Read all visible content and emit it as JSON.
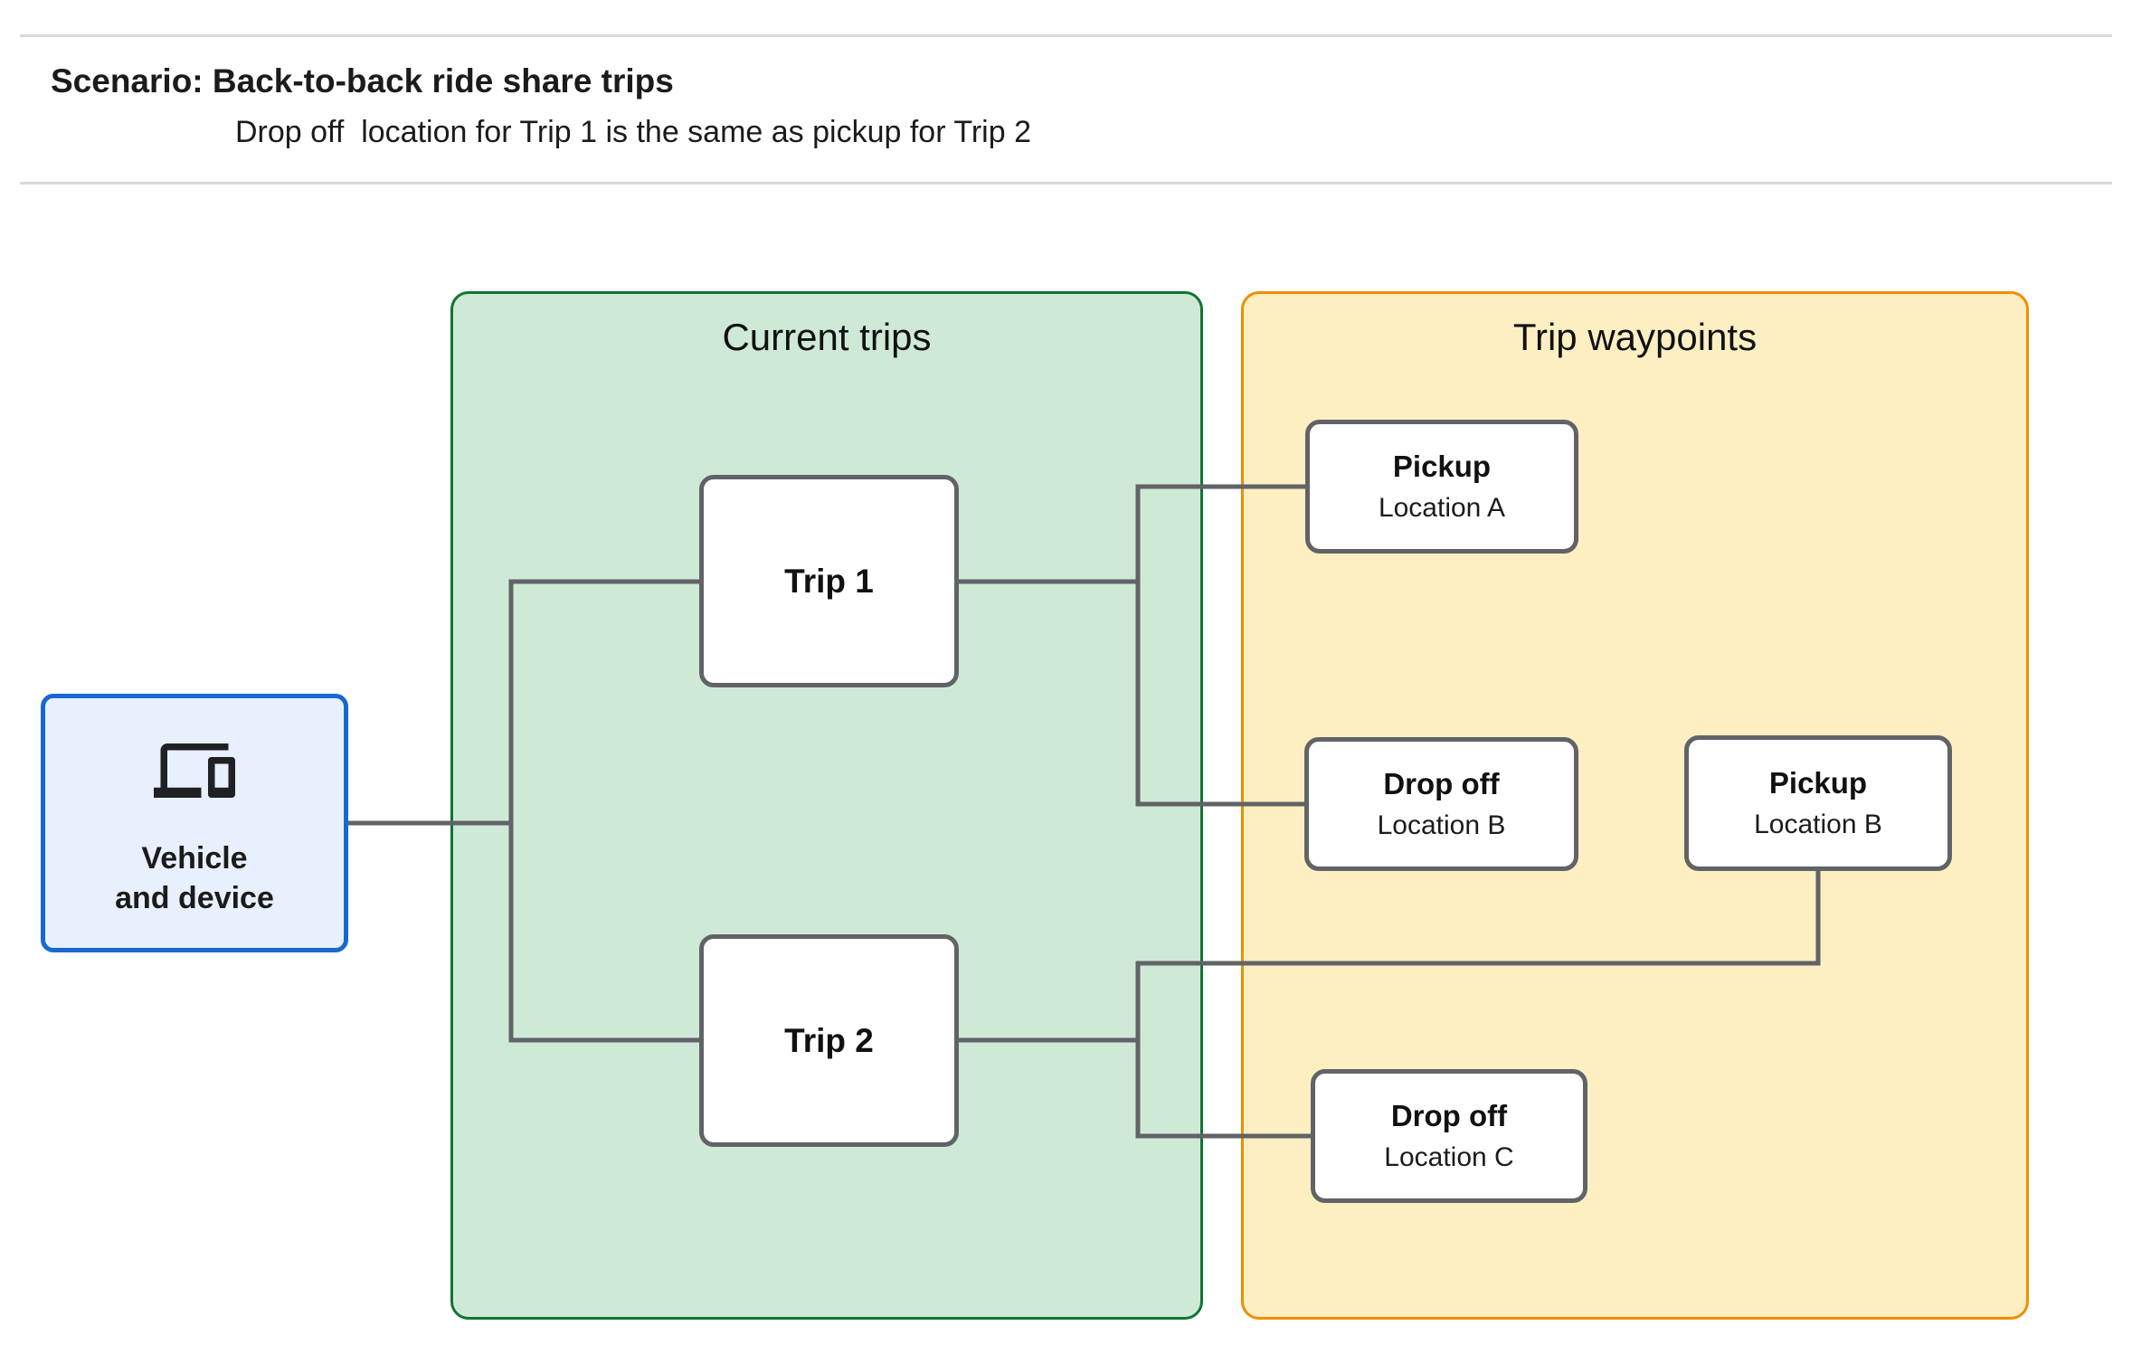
{
  "header": {
    "title": "Scenario: Back-to-back ride share trips",
    "subtitle": "Drop off  location for Trip 1 is the same as pickup for Trip 2"
  },
  "device_node": {
    "icon": "devices-icon",
    "label_line1": "Vehicle",
    "label_line2": "and device"
  },
  "panels": {
    "current_trips": {
      "title": "Current trips",
      "fill": "#CEEAD6",
      "border": "#137333"
    },
    "trip_waypoints": {
      "title": "Trip waypoints",
      "fill": "#FEEFC3",
      "border": "#EF8E00"
    }
  },
  "trips": [
    {
      "label": "Trip 1"
    },
    {
      "label": "Trip 2"
    }
  ],
  "waypoints": [
    {
      "title": "Pickup",
      "location": "Location A"
    },
    {
      "title": "Drop off",
      "location": "Location B"
    },
    {
      "title": "Pickup",
      "location": "Location B"
    },
    {
      "title": "Drop off",
      "location": "Location C"
    }
  ],
  "colors": {
    "connector": "#616366",
    "node_border": "#616366",
    "device_fill": "#E8F0FE",
    "device_border": "#1967D2",
    "text": "#202124",
    "rule": "#D9DADC"
  }
}
